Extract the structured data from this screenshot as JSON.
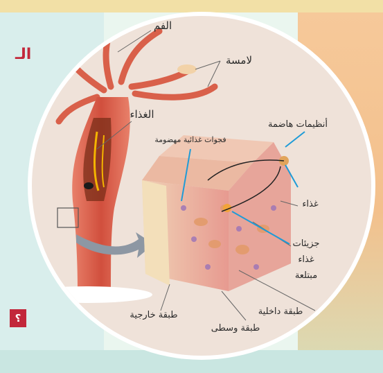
{
  "side": {
    "title_fragment": "الـ",
    "badge": "؟"
  },
  "labels": {
    "mouth": "الفم",
    "tentacle": "لامسة",
    "food": "الغذاء",
    "digestive_enzymes": "أنظيمات هاضمة",
    "digested_food_vacuole": "فجوات غذائية مهضومة",
    "food_particle": "غذاء",
    "engulfed_food_line1": "جزيئات",
    "engulfed_food_line2": "غذاء",
    "engulfed_food_line3": "مبتلعة",
    "inner_layer": "طبقة داخلية",
    "outer_layer": "طبقة خارجية",
    "middle_layer": "طبقة وسطى"
  },
  "colors": {
    "accent": "#c2273a",
    "circle_bg": "#efe2d9",
    "body": "#d9604a",
    "pointer": "#1e9bd7"
  }
}
